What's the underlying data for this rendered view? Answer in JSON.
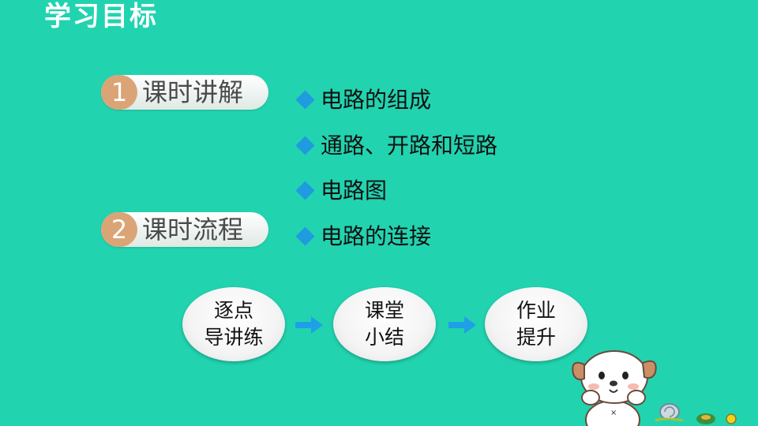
{
  "page": {
    "title": "学习目标"
  },
  "sections": [
    {
      "number": "1",
      "label": "课时讲解"
    },
    {
      "number": "2",
      "label": "课时流程"
    }
  ],
  "topics": [
    "电路的组成",
    "通路、开路和短路",
    "电路图",
    "电路的连接"
  ],
  "flow": [
    {
      "line1": "逐点",
      "line2": "导讲练"
    },
    {
      "line1": "课堂",
      "line2": "小结"
    },
    {
      "line1": "作业",
      "line2": "提升"
    }
  ],
  "colors": {
    "background": "#22d3b0",
    "number_badge": "#dba476",
    "bullet": "#1f9be0",
    "arrow": "#1fa0e6"
  },
  "icons": {
    "bullet": "diamond-icon",
    "flow_connector": "right-arrow-icon",
    "mascot": "cartoon-dog-illustration"
  }
}
